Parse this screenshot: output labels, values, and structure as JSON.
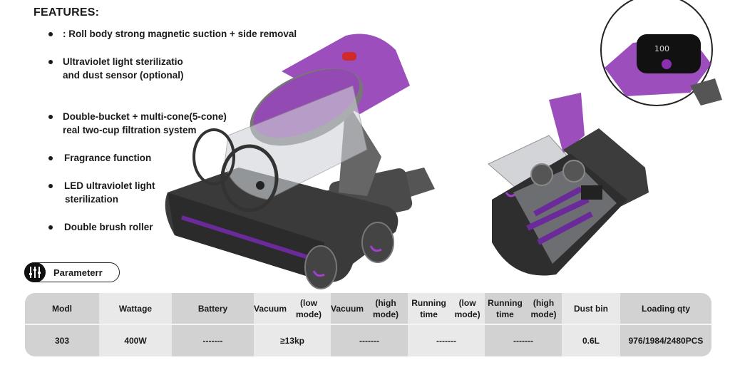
{
  "features": {
    "title": "FEATURES:",
    "items": [
      {
        "lines": [
          ": Roll body strong magnetic suction + side removal"
        ]
      },
      {
        "lines": [
          "Ultraviolet light sterilizatio",
          "and dust sensor (optional)"
        ]
      },
      {
        "lines": [
          "Double-bucket + multi-cone(5-cone)",
          "real two-cup filtration system"
        ]
      },
      {
        "lines": [
          "Fragrance function"
        ]
      },
      {
        "lines": [
          "LED ultraviolet light",
          "sterilization"
        ]
      },
      {
        "lines": [
          "Double brush roller"
        ]
      }
    ]
  },
  "parameter_label": "Parameterr",
  "table": {
    "headers": [
      [
        "Modl"
      ],
      [
        "Wattage"
      ],
      [
        "Battery"
      ],
      [
        "Vacuum",
        "(low mode)"
      ],
      [
        "Vacuum",
        "(high mode)"
      ],
      [
        "Running time",
        "(low mode)"
      ],
      [
        "Running time",
        "(high mode)"
      ],
      [
        "Dust bin"
      ],
      [
        "Loading qty"
      ]
    ],
    "values": [
      "303",
      "400W",
      "-------",
      "≥13kp",
      "-------",
      "-------",
      "-------",
      "0.6L",
      "976/1984/2480PCS"
    ]
  },
  "colors": {
    "accent_purple": "#8a2fb0",
    "table_dark": "#d2d2d2",
    "table_light": "#e9e9e9"
  }
}
